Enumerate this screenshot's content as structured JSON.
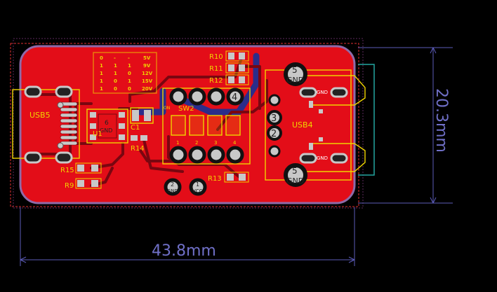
{
  "board": {
    "dimension_width": "43.8mm",
    "dimension_height": "20.3mm"
  },
  "components": {
    "usb5": "USB5",
    "usb4": "USB4",
    "sw2": "SW2",
    "u1": "U1",
    "c1": "C1",
    "r14": "R14",
    "r15": "R15",
    "r9": "R9",
    "r10": "R10",
    "r11": "R11",
    "r12": "R12",
    "r13": "R13",
    "sw_on": "ON"
  },
  "pads": {
    "gnd": "GND",
    "vcc": "VCC",
    "pin1": "1",
    "pin2": "2",
    "pin3": "3",
    "pin4": "4",
    "pin5": "5",
    "pin6": "6",
    "sw_pin1": "1",
    "sw_pin2": "2",
    "sw_pin3": "3",
    "sw_pin4": "4"
  },
  "voltage_table": {
    "headers": [
      "0",
      "-",
      "-",
      "5V"
    ],
    "rows": [
      [
        "1",
        "1",
        "1",
        "9V"
      ],
      [
        "1",
        "1",
        "0",
        "12V"
      ],
      [
        "1",
        "0",
        "1",
        "15V"
      ],
      [
        "1",
        "0",
        "0",
        "20V"
      ]
    ]
  },
  "colors": {
    "background": "#000000",
    "board_fill": "#e30d18",
    "board_outline": "#8f6aa8",
    "copper_trace": "#7a0610",
    "silkscreen": "#f0d400",
    "pad_copper": "#c8c8c8",
    "dimension": "#5b5bb8",
    "keepout": "#e03030",
    "bottom_layer": "#2b2d8a",
    "teal": "#23a5a0"
  }
}
